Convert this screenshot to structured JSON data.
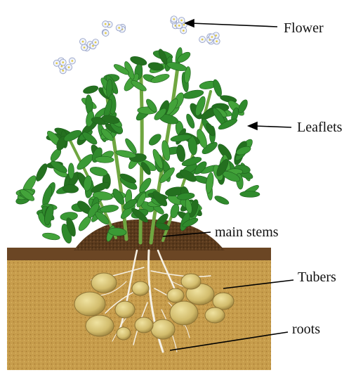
{
  "labels": {
    "flower": "Flower",
    "leaflets": "Leaflets",
    "main_stems": "main stems",
    "tubers": "Tubers",
    "roots": "roots"
  },
  "colors": {
    "soil_light": "#c9a04f",
    "soil_dark": "#5a3a1c",
    "leaf": "#2f8a2c",
    "leaf_dark": "#1d5f1c",
    "stem": "#6fa640",
    "tuber": "#d6c478",
    "root": "#f4efe4",
    "flower": "#e9eef8",
    "arrow": "#000000"
  }
}
